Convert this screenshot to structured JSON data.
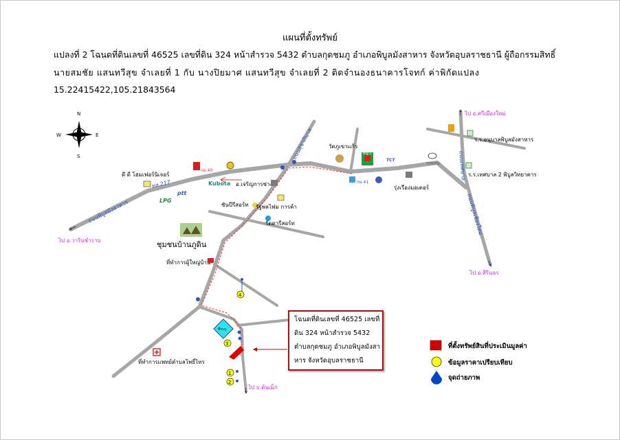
{
  "title": "แผนที่ตั้งทรัพย์",
  "description": {
    "line1": "แปลงที่ 2 โฉนดที่ดินเลขที่ 46525 เลขที่ดิน 324 หน้าสำรวจ 5432 ตำบลกุดชมภู อำเภอพิบูลมังสาหาร จังหวัดอุบลราชธานี ผู้ถือกรรมสิทธิ์",
    "line2": "นายสมชัย แสนทวีสุข จำเลยที่ 1 กับ นางปิยมาศ แสนทวีสุข จำเลยที่ 2 ติดจำนองธนาคารโจทก์ ค่าพิกัดแปลง",
    "line3": "15.22415422,105.21843564"
  },
  "compass": {
    "north": "N",
    "south": "S",
    "east": "E",
    "west": "W"
  },
  "directions": {
    "to_warin": "ไป อ.วารินชำราบ",
    "to_si_mueang_mai": "ไป อ.ศรีเมืองใหม่",
    "to_sirindhorn": "ไป อ.สิรินธร",
    "to_ban_tan_mueang": "ไป บ.ต้นเม็ก"
  },
  "road_labels": {
    "thl217": "ทล.217",
    "road_left": "ถนนพิบูลมังสาหาร",
    "road_vertical_top": "ถนนเทศบาล",
    "road_right": "ถนนพิบูลเชียงใหม่",
    "road_top_branch": "ถนนสุขาภิบาล"
  },
  "places": {
    "sd_homemart": "ดี ดี โฮมเฟอร์นิเจอร์",
    "km40": "กม.40",
    "km41": "กม.41",
    "kubota": "Kubota",
    "ptt": "ptt",
    "lpg": "LPG",
    "jaroen_karn_chang": "อ.เจริญการช่าง",
    "wat_ban_kho": "วัดภูเขาแก้ว",
    "big_c": "Big C",
    "toyota": "TOYOTA",
    "rungrueang": "รุ่งเรืองมอเตอร์",
    "hospital": "ร.ร.อนุบาลพิบูลมังสาหาร",
    "school": "ร.ร.เทศบาล 2 พิบูลวิทยาคาร",
    "chan_resort": "ชันปีรีสอร์ท",
    "ratchaphon": "รัฐพลไฟม การค้า",
    "rattana": "รัตดารีสอร์ท",
    "community": "ชุมชนบ้านภูดิน",
    "village_head": "ที่ทำการผู้ใหญ่บ้าน",
    "health_center": "ที่ทำการแพทย์ตำบลโพธิ์ไทร",
    "plot_sign": "ที่ระบุ"
  },
  "markers": {
    "m1": "1",
    "m2": "2",
    "m3": "3",
    "m4": "4"
  },
  "callout": {
    "line1": "โฉนดที่ดินเลขที่ 46525 เลขที่",
    "line2": "ดิน 324 หน้าสำรวจ 5432",
    "line3": "ตำบลกุดชมภู อำเภอพิบูลมังสา",
    "line4": "หาร จังหวัดอุบลราชธานี"
  },
  "legend": {
    "property": "ที่ตั้งทรัพย์สินที่ประเมินมูลค่า",
    "comparable": "ข้อมูลราคาเปรียบเทียบ",
    "photo": "จุดถ่ายภาพ"
  },
  "colors": {
    "road": "#a6a6a6",
    "route": "#e8342b",
    "property": "#e00000",
    "comparable": "#ffff00",
    "photo": "#0047c8",
    "callout_border": "#b10d0d",
    "direction_text": "#e61ee6"
  }
}
